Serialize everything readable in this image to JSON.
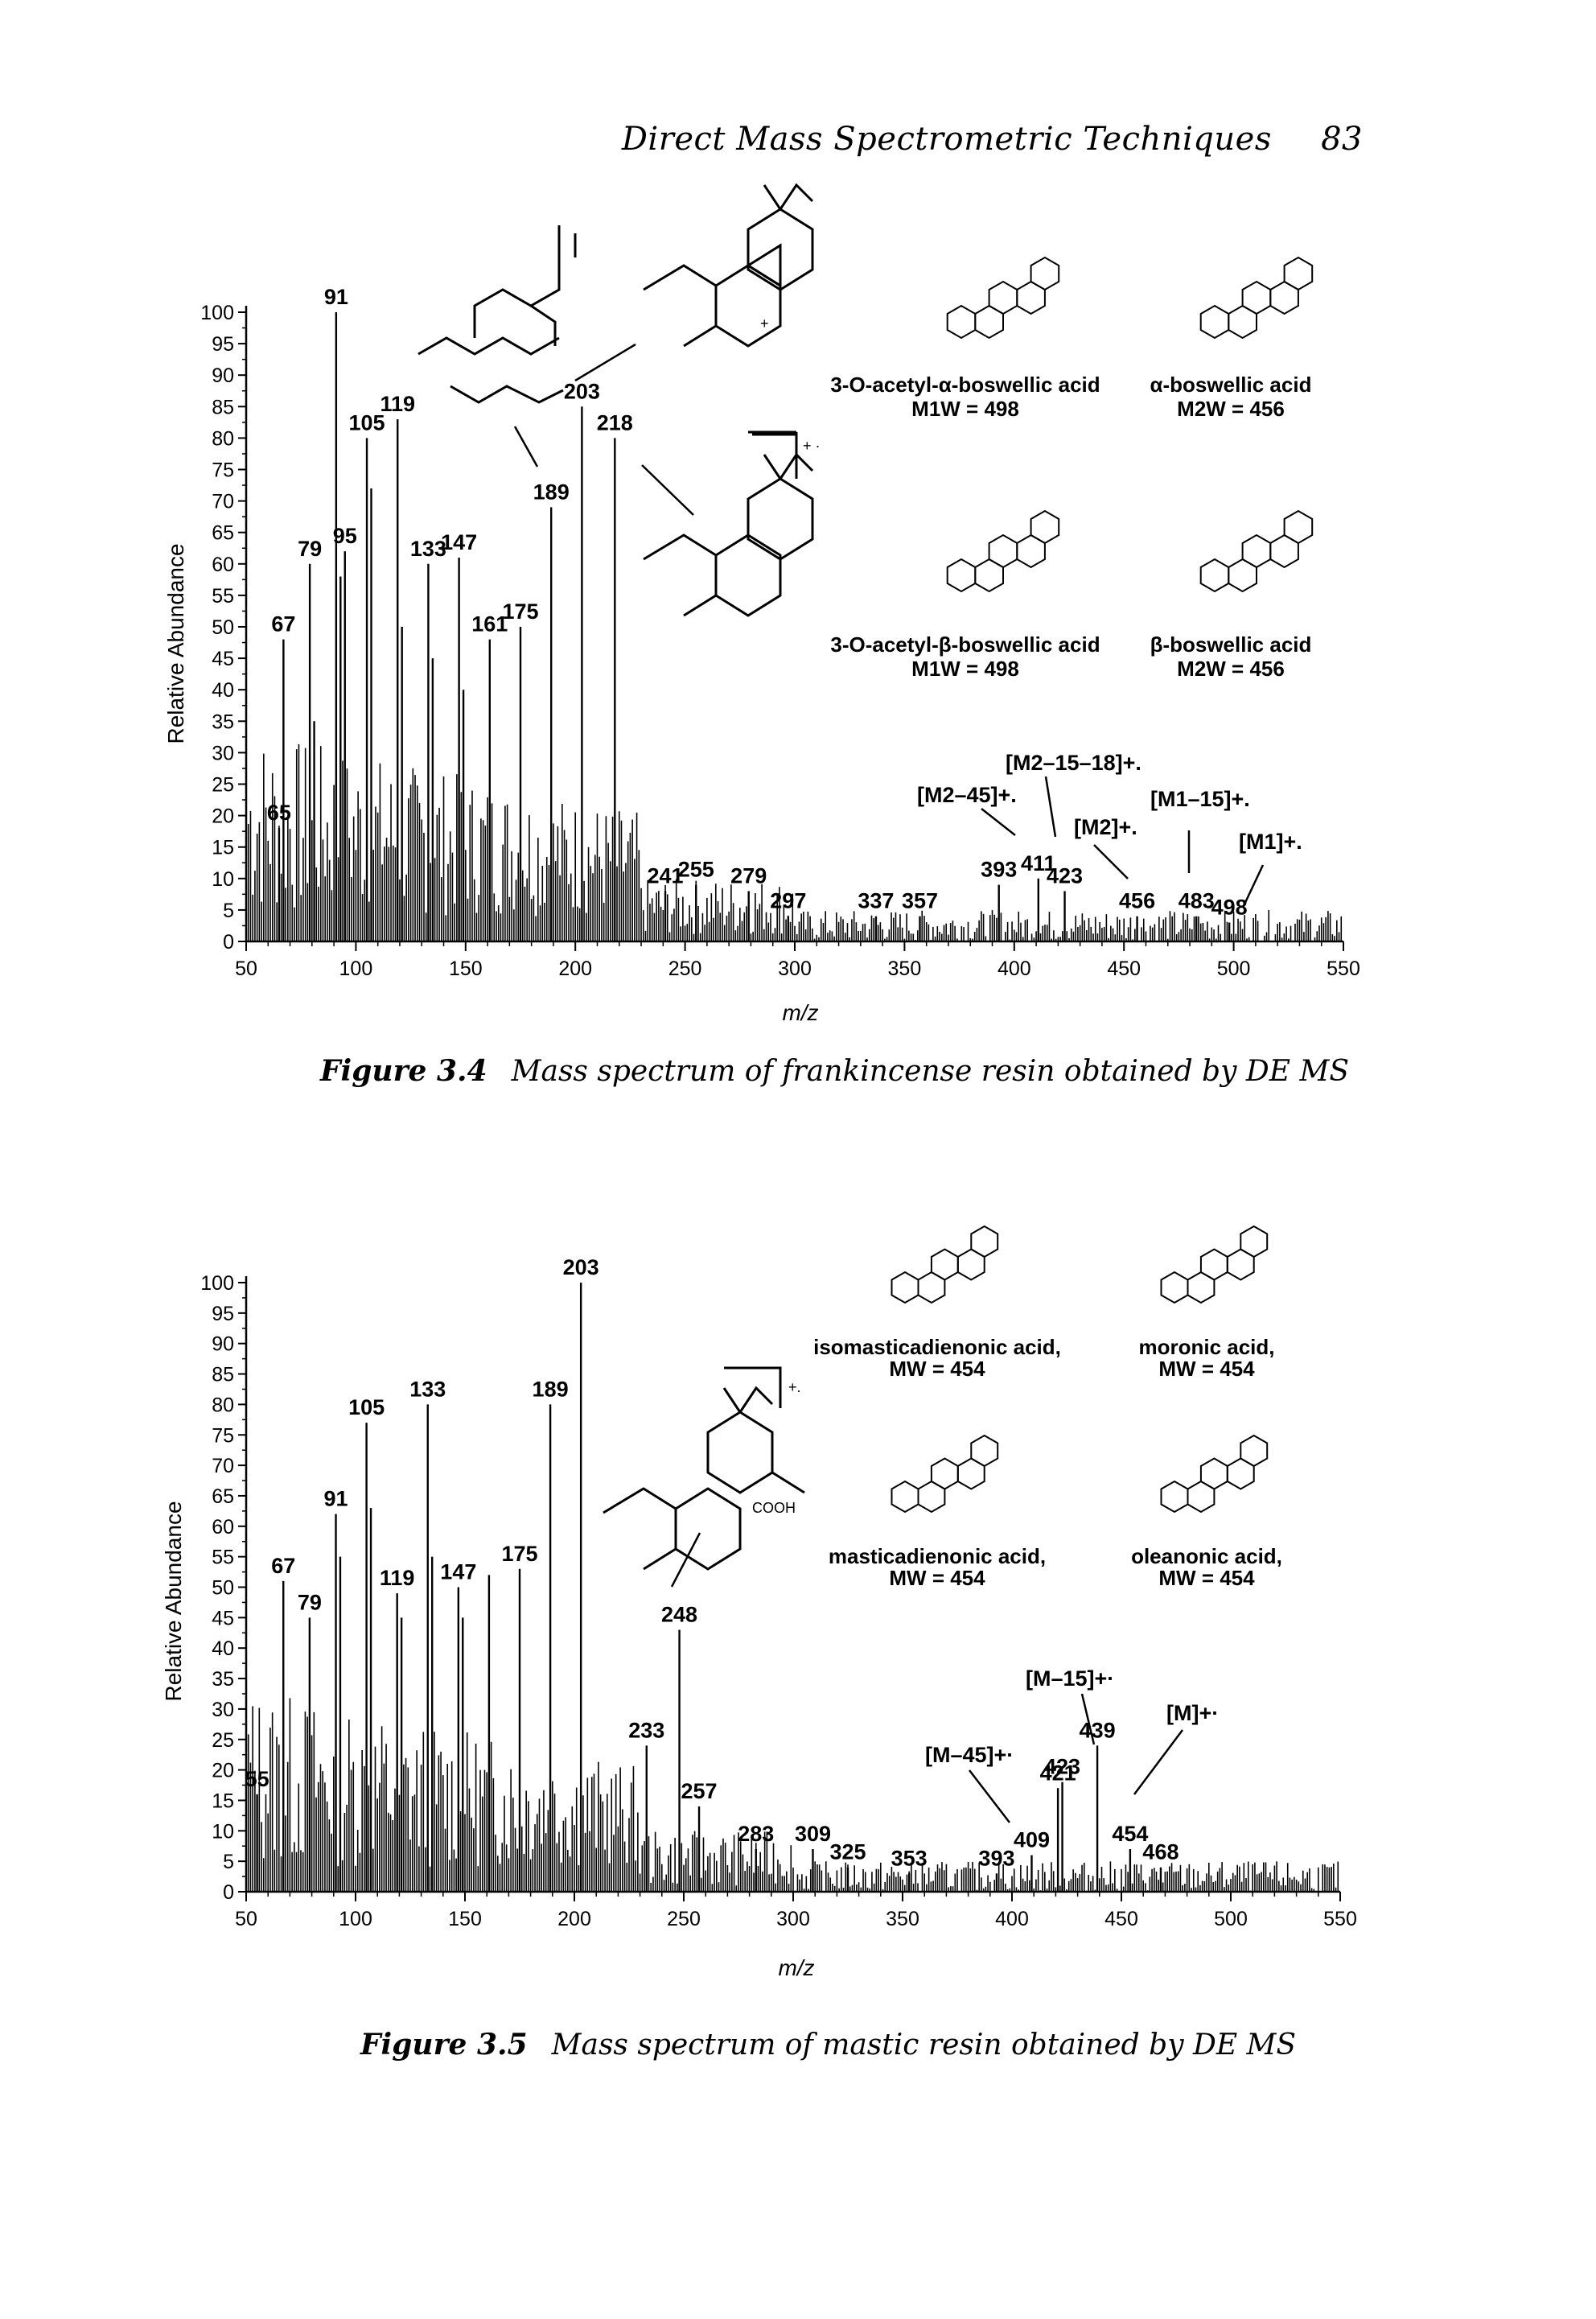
{
  "header": {
    "running_title": "Direct Mass Spectrometric Techniques",
    "page_number": "83"
  },
  "figures": [
    {
      "caption_number": "Figure 3.4",
      "caption_text": "Mass spectrum of frankincense resin obtained by DE MS",
      "compounds": [
        {
          "name": "3-O-acetyl-α-boswellic acid",
          "mw": "M1W = 498"
        },
        {
          "name": "α-boswellic acid",
          "mw": "M2W = 456"
        },
        {
          "name": "3-O-acetyl-β-boswellic acid",
          "mw": "M1W = 498"
        },
        {
          "name": "β-boswellic acid",
          "mw": "M2W = 456"
        }
      ],
      "ion_labels": [
        "[M2–15–18]+.",
        "[M2–45]+.",
        "[M2]+.",
        "[M1–15]+.",
        "[M1]+."
      ]
    },
    {
      "caption_number": "Figure 3.5",
      "caption_text": "Mass spectrum of mastic resin obtained by DE MS",
      "compounds": [
        {
          "name": "isomasticadienonic acid,",
          "mw": "MW = 454"
        },
        {
          "name": "moronic acid,",
          "mw": "MW = 454"
        },
        {
          "name": "masticadienonic acid,",
          "mw": "MW = 454"
        },
        {
          "name": "oleanonic acid,",
          "mw": "MW = 454"
        }
      ],
      "ion_labels": [
        "[M–15]+·",
        "[M]+·",
        "[M–45]+·"
      ]
    }
  ],
  "chart_data": [
    {
      "type": "bar",
      "title": "",
      "xlabel": "m/z",
      "ylabel": "Relative Abundance",
      "xlim": [
        50,
        550
      ],
      "ylim": [
        0,
        100
      ],
      "xticks": [
        50,
        100,
        150,
        200,
        250,
        300,
        350,
        400,
        450,
        500,
        550
      ],
      "yticks": [
        0,
        5,
        10,
        15,
        20,
        25,
        30,
        35,
        40,
        45,
        50,
        55,
        60,
        65,
        70,
        75,
        80,
        85,
        90,
        95,
        100
      ],
      "peaks": [
        {
          "mz": 65,
          "y": 18,
          "label": "65"
        },
        {
          "mz": 67,
          "y": 48,
          "label": "67"
        },
        {
          "mz": 79,
          "y": 60,
          "label": "79"
        },
        {
          "mz": 81,
          "y": 35
        },
        {
          "mz": 91,
          "y": 100,
          "label": "91"
        },
        {
          "mz": 93,
          "y": 58
        },
        {
          "mz": 95,
          "y": 62,
          "label": "95"
        },
        {
          "mz": 105,
          "y": 80,
          "label": "105"
        },
        {
          "mz": 107,
          "y": 72
        },
        {
          "mz": 119,
          "y": 83,
          "label": "119"
        },
        {
          "mz": 121,
          "y": 50
        },
        {
          "mz": 133,
          "y": 60,
          "label": "133"
        },
        {
          "mz": 135,
          "y": 45
        },
        {
          "mz": 147,
          "y": 61,
          "label": "147"
        },
        {
          "mz": 149,
          "y": 40
        },
        {
          "mz": 161,
          "y": 48,
          "label": "161"
        },
        {
          "mz": 175,
          "y": 50,
          "label": "175"
        },
        {
          "mz": 189,
          "y": 69,
          "label": "189"
        },
        {
          "mz": 203,
          "y": 85,
          "label": "203"
        },
        {
          "mz": 218,
          "y": 80,
          "label": "218"
        },
        {
          "mz": 241,
          "y": 8,
          "label": "241"
        },
        {
          "mz": 255,
          "y": 9,
          "label": "255"
        },
        {
          "mz": 279,
          "y": 8,
          "label": "279"
        },
        {
          "mz": 297,
          "y": 4,
          "label": "297"
        },
        {
          "mz": 337,
          "y": 4,
          "label": "337"
        },
        {
          "mz": 357,
          "y": 4,
          "label": "357"
        },
        {
          "mz": 393,
          "y": 9,
          "label": "393"
        },
        {
          "mz": 411,
          "y": 10,
          "label": "411"
        },
        {
          "mz": 423,
          "y": 8,
          "label": "423"
        },
        {
          "mz": 456,
          "y": 4,
          "label": "456"
        },
        {
          "mz": 483,
          "y": 4,
          "label": "483"
        },
        {
          "mz": 498,
          "y": 3,
          "label": "498"
        }
      ]
    },
    {
      "type": "bar",
      "title": "",
      "xlabel": "m/z",
      "ylabel": "Relative Abundance",
      "xlim": [
        50,
        550
      ],
      "ylim": [
        0,
        100
      ],
      "xticks": [
        50,
        100,
        150,
        200,
        250,
        300,
        350,
        400,
        450,
        500,
        550
      ],
      "yticks": [
        0,
        5,
        10,
        15,
        20,
        25,
        30,
        35,
        40,
        45,
        50,
        55,
        60,
        65,
        70,
        75,
        80,
        85,
        90,
        95,
        100
      ],
      "peaks": [
        {
          "mz": 55,
          "y": 16,
          "label": "55"
        },
        {
          "mz": 67,
          "y": 51,
          "label": "67"
        },
        {
          "mz": 79,
          "y": 45,
          "label": "79"
        },
        {
          "mz": 91,
          "y": 62,
          "label": "91"
        },
        {
          "mz": 93,
          "y": 55
        },
        {
          "mz": 105,
          "y": 77,
          "label": "105"
        },
        {
          "mz": 107,
          "y": 63
        },
        {
          "mz": 119,
          "y": 49,
          "label": "119"
        },
        {
          "mz": 121,
          "y": 45
        },
        {
          "mz": 133,
          "y": 80,
          "label": "133"
        },
        {
          "mz": 135,
          "y": 55
        },
        {
          "mz": 147,
          "y": 50,
          "label": "147"
        },
        {
          "mz": 149,
          "y": 45
        },
        {
          "mz": 161,
          "y": 52
        },
        {
          "mz": 175,
          "y": 53,
          "label": "175"
        },
        {
          "mz": 189,
          "y": 80,
          "label": "189"
        },
        {
          "mz": 203,
          "y": 100,
          "label": "203"
        },
        {
          "mz": 233,
          "y": 24,
          "label": "233"
        },
        {
          "mz": 248,
          "y": 43,
          "label": "248"
        },
        {
          "mz": 257,
          "y": 14,
          "label": "257"
        },
        {
          "mz": 283,
          "y": 7,
          "label": "283"
        },
        {
          "mz": 309,
          "y": 7,
          "label": "309"
        },
        {
          "mz": 325,
          "y": 4,
          "label": "325"
        },
        {
          "mz": 353,
          "y": 3,
          "label": "353"
        },
        {
          "mz": 393,
          "y": 3,
          "label": "393"
        },
        {
          "mz": 409,
          "y": 6,
          "label": "409"
        },
        {
          "mz": 421,
          "y": 17,
          "label": "421"
        },
        {
          "mz": 423,
          "y": 18,
          "label": "423"
        },
        {
          "mz": 439,
          "y": 24,
          "label": "439"
        },
        {
          "mz": 454,
          "y": 7,
          "label": "454"
        },
        {
          "mz": 468,
          "y": 4,
          "label": "468"
        }
      ]
    }
  ]
}
